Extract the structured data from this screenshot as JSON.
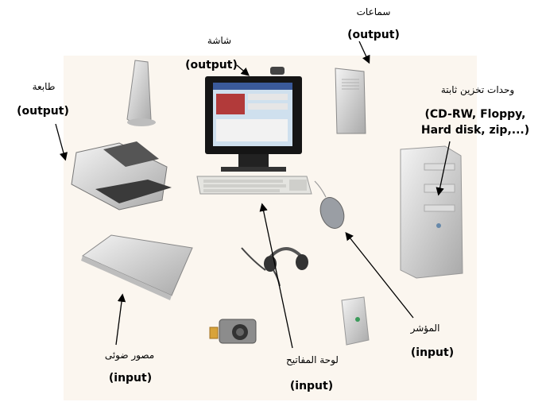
{
  "labels": {
    "speakers": {
      "name": "سماعات",
      "type": "(output)"
    },
    "monitor": {
      "name": "شاشة",
      "type": "(output)"
    },
    "printer": {
      "name": "طابعة",
      "type": "(output)"
    },
    "storage": {
      "name": "وحدات تخزين ثابتة",
      "detail_line1": "(CD-RW, Floppy,",
      "detail_line2": "Hard disk, zip,...)"
    },
    "mouse": {
      "name": "المؤشر",
      "type": "(input)"
    },
    "keyboard": {
      "name": "لوحة المفاتيح",
      "type": "(input)"
    },
    "scanner": {
      "name": "مصور ضوئى",
      "type": "(input)"
    }
  },
  "colors": {
    "panel": "#fbf6ef",
    "arrow": "#000000",
    "screen": "#1a1a1a",
    "device": "#e8e8e6"
  }
}
